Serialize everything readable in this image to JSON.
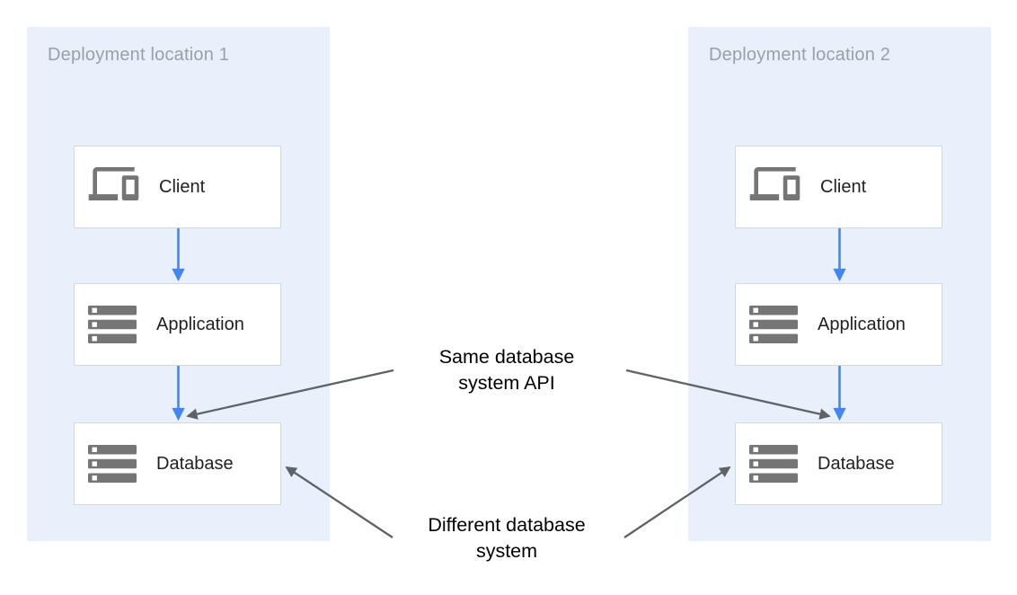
{
  "colors": {
    "panel_bg": "#e8f0fc",
    "panel_title": "#9aa0a6",
    "box_border": "#d5d7da",
    "box_bg": "#ffffff",
    "icon_gray": "#757575",
    "label_text": "#212121",
    "accent_blue": "#4285f4",
    "arrow_gray": "#5f6368",
    "annotation_text": "#000000"
  },
  "panels": [
    {
      "title": "Deployment location 1",
      "boxes": [
        {
          "label": "Client",
          "icon": "devices-icon"
        },
        {
          "label": "Application",
          "icon": "storage-icon"
        },
        {
          "label": "Database",
          "icon": "storage-icon"
        }
      ]
    },
    {
      "title": "Deployment location 2",
      "boxes": [
        {
          "label": "Client",
          "icon": "devices-icon"
        },
        {
          "label": "Application",
          "icon": "storage-icon"
        },
        {
          "label": "Database",
          "icon": "storage-icon"
        }
      ]
    }
  ],
  "annotations": [
    {
      "text": "Same database\nsystem API"
    },
    {
      "text": "Different database\nsystem"
    }
  ]
}
